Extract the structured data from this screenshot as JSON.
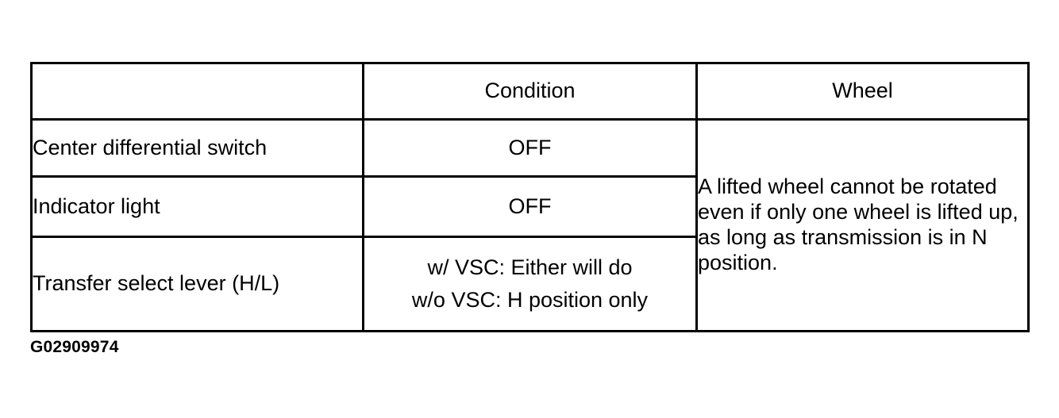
{
  "figure": {
    "caption": "G02909974",
    "background_color": "#ffffff",
    "line_color": "#000000",
    "text_color": "#000000"
  },
  "table": {
    "columns": [
      {
        "key": "item",
        "header": ""
      },
      {
        "key": "condition",
        "header": "Condition"
      },
      {
        "key": "wheel",
        "header": "Wheel"
      }
    ],
    "rows": [
      {
        "item": "Center differential switch",
        "condition": "OFF"
      },
      {
        "item": "Indicator light",
        "condition": "OFF"
      },
      {
        "item": "Transfer select lever (H/L)",
        "condition_line_1": "w/ VSC: Either will do",
        "condition_line_2": "w/o VSC: H position only"
      }
    ],
    "wheel_note": "A lifted wheel cannot be rotated even if only one wheel is lifted up, as long as transmission is in N position."
  }
}
